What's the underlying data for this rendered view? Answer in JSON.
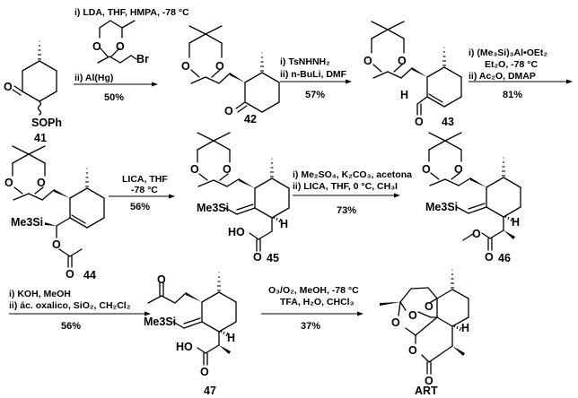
{
  "scheme": {
    "title": "Synthesis of artemisinin (ART)",
    "compounds": [
      {
        "id": "41",
        "label": "41",
        "substituents": [
          "O",
          "SOPh"
        ]
      },
      {
        "id": "42",
        "label": "42",
        "substituents": [
          "O",
          "O",
          "O"
        ]
      },
      {
        "id": "43",
        "label": "43",
        "substituents": [
          "O",
          "O",
          "H",
          "O"
        ]
      },
      {
        "id": "44",
        "label": "44",
        "substituents": [
          "O",
          "O",
          "Me3Si",
          "O",
          "O"
        ]
      },
      {
        "id": "45",
        "label": "45",
        "substituents": [
          "O",
          "O",
          "Me3Si",
          "H",
          "HO",
          "O"
        ]
      },
      {
        "id": "46",
        "label": "46",
        "substituents": [
          "O",
          "O",
          "Me3Si",
          "H",
          "O",
          "O"
        ]
      },
      {
        "id": "47",
        "label": "47",
        "substituents": [
          "O",
          "Me3Si",
          "H",
          "HO",
          "O"
        ]
      },
      {
        "id": "ART",
        "label": "ART",
        "substituents": [
          "O",
          "O",
          "O",
          "H",
          "O",
          "O"
        ]
      }
    ],
    "reagent_fragments": {
      "bromide": {
        "atoms": [
          "O",
          "O",
          "Br"
        ]
      }
    },
    "steps": [
      {
        "from": "41",
        "to": "42",
        "conditions": [
          "i) LDA, THF, HMPA, -78 °C",
          "ii) Al(Hg)"
        ],
        "yield": "50%"
      },
      {
        "from": "42",
        "to": "43",
        "conditions": [
          "i) TsNHNH₂",
          "ii) n-BuLi, DMF"
        ],
        "yield": "57%"
      },
      {
        "from": "43",
        "to": "44",
        "conditions": [
          "i)  (Me₃Si)₃Al•OEt₂",
          "Et₂O, -78 °C",
          "ii) Ac₂O, DMAP"
        ],
        "yield": "81%"
      },
      {
        "from": "44",
        "to": "45",
        "conditions": [
          "LICA, THF",
          "-78 °C"
        ],
        "yield": "56%"
      },
      {
        "from": "45",
        "to": "46",
        "conditions": [
          "i)  Me₂SO₄, K₂CO₃, acetona",
          "ii) LICA, THF,  0 °C, CH₃I"
        ],
        "yield": "73%"
      },
      {
        "from": "46",
        "to": "47",
        "conditions": [
          "i)  KOH, MeOH",
          "ii) ác. oxalico, SiO₂, CH₂Cl₂"
        ],
        "yield": "56%"
      },
      {
        "from": "47",
        "to": "ART",
        "conditions": [
          "O₃/O₂, MeOH, -78 °C",
          "TFA,  H₂O, CHCl₃"
        ],
        "yield": "37%"
      }
    ]
  }
}
